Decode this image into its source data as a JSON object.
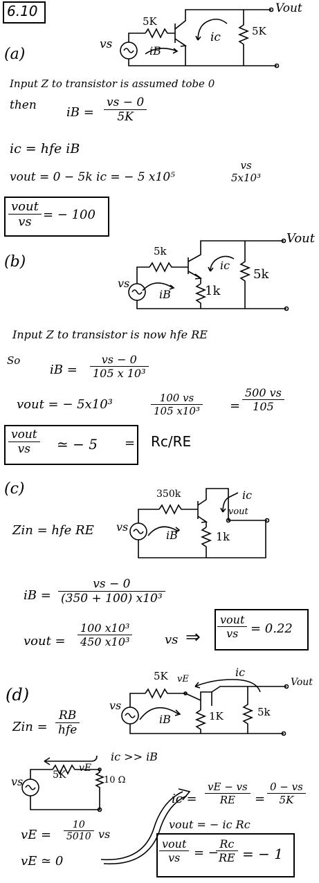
{
  "header": {
    "number": "6.10"
  },
  "a": {
    "label": "(a)",
    "circuit": {
      "rb": "5K",
      "rc": "5K",
      "vs": "vs",
      "ib": "iB",
      "ic": "ic",
      "vout": "Vout"
    },
    "line1": "Input  Z  to  transistor  is  assumed  tobe 0",
    "then": "then",
    "ib_lhs": "iB =",
    "ib_num": "vs − 0",
    "ib_den": "5K",
    "ic_eq": "ic = hfe iB",
    "vout_lhs": "vout  =  0 −  5k ic  =  −  5 x10⁵",
    "vout_num": "vs",
    "vout_den": "5x10³",
    "result_num": "vout",
    "result_den": "vs",
    "result_rhs": "= − 100"
  },
  "b": {
    "label": "(b)",
    "circuit": {
      "rb": "5k",
      "re": "1k",
      "rc": "5k",
      "vs": "vs",
      "ib": "iB",
      "ic": "ic",
      "vout": "Vout"
    },
    "line1": "Input  Z  to  transistor  is  now  hfe RE",
    "so": "So",
    "ib_lhs": "iB =",
    "ib_num": "vs − 0",
    "ib_den": "105 x 10³",
    "vout_lhs": "vout  =  − 5x10³",
    "vout_num": "100   vs",
    "vout_den": "105 x10³",
    "vout_eq": "=",
    "vout_rnum": "500 vs",
    "vout_rden": "105",
    "result_num": "vout",
    "result_den": "vs",
    "result_rhs": "≃ − 5",
    "result_eq": "=",
    "result_rc": "Rc/RE"
  },
  "c": {
    "label": "(c)",
    "circuit": {
      "rb": "350k",
      "re": "1k",
      "vs": "vs",
      "ib": "iB",
      "ic": "ic",
      "vout": "vout"
    },
    "zin": "Zin = hfe RE",
    "ib_lhs": "iB =",
    "ib_num": "vs − 0",
    "ib_den": "(350 +  100) x10³",
    "vout_lhs": "vout =",
    "vout_num": "100 x10³",
    "vout_den": "450 x10³",
    "vout_vs": "vs",
    "implies": "⇒",
    "result_num": "vout",
    "result_den": "vs",
    "result_rhs": "= 0.22"
  },
  "d": {
    "label": "(d)",
    "circuit": {
      "rb": "5K",
      "re": "1K",
      "rc": "5k",
      "ve": "vE",
      "vs": "vs",
      "ib": "iB",
      "ic": "ic",
      "vout": "Vout"
    },
    "zin_lhs": "Zin =",
    "zin_num": "RB",
    "zin_den": "hfe",
    "small": {
      "rb": "5K",
      "ve": "vE",
      "r": "10 Ω",
      "vs": "vs",
      "ic": "ic >> iB"
    },
    "ve_lhs": "vE =",
    "ve_num": "10",
    "ve_den": "5010",
    "ve_vs": "vs",
    "ve_approx": "vE ≃ 0",
    "ic_lhs": "ic =",
    "ic_num": "vE − vs",
    "ic_den": "RE",
    "ic_eq": "=",
    "ic_rnum": "0 − vs",
    "ic_rden": "5K",
    "vout_eq": "vout = − ic Rc",
    "result_num": "vout",
    "result_den": "vs",
    "result_mid": "= −",
    "result_rnum": "Rc",
    "result_rden": "RE",
    "result_rhs": "= − 1"
  }
}
